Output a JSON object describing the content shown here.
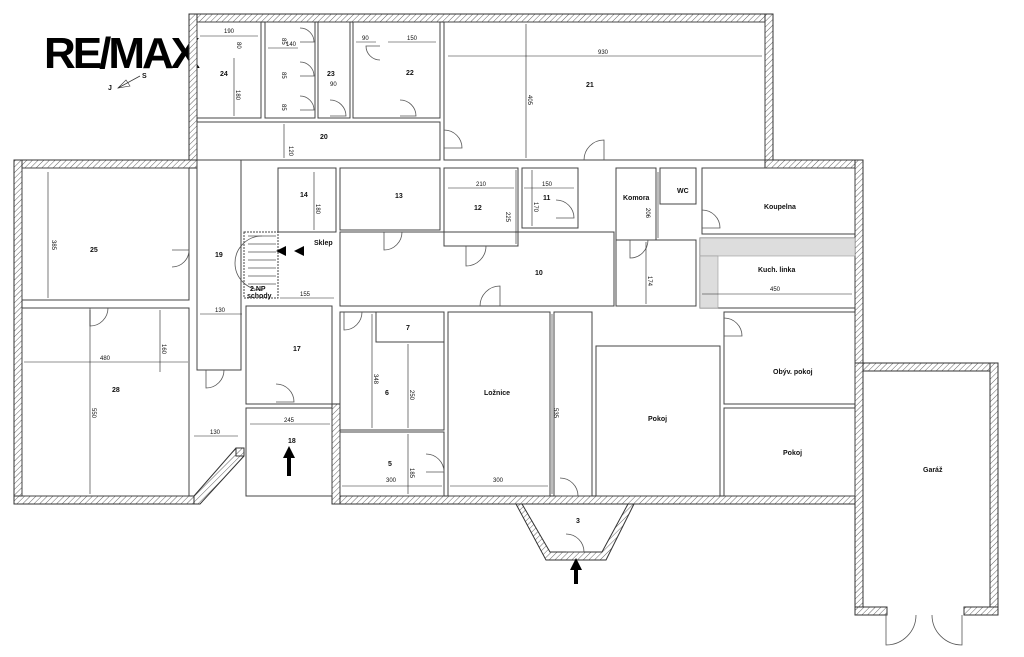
{
  "brand": {
    "logo": "RE/MAX",
    "compass_left": "J",
    "compass_right": "S"
  },
  "rooms": {
    "r3": "3",
    "r5": "5",
    "r6": "6",
    "r7": "7",
    "r10": "10",
    "r11": "11",
    "r12": "12",
    "r13": "13",
    "r14": "14",
    "r17": "17",
    "r18": "18",
    "r19": "19",
    "r20": "20",
    "r21": "21",
    "r22": "22",
    "r23": "23",
    "r24": "24",
    "r25": "25",
    "r28": "28",
    "loznice": "Ložnice",
    "pokoj1": "Pokoj",
    "pokoj2": "Pokoj",
    "obyv": "Obýv. pokoj",
    "kuch": "Kuch. linka",
    "koupelna": "Koupelna",
    "komora": "Komora",
    "wc": "WC",
    "garaz": "Garáž",
    "sklep": "Sklep",
    "schody1": "2.NP",
    "schody2": "schody"
  },
  "dims": {
    "d190": "190",
    "d80": "80",
    "d85a": "85",
    "d85b": "85",
    "d85c": "85",
    "d140": "140",
    "d90a": "90",
    "d90b": "90",
    "d150a": "150",
    "d930": "930",
    "d405": "405",
    "d180a": "180",
    "d120": "120",
    "d210": "210",
    "d225": "225",
    "d150b": "150",
    "d170": "170",
    "d180b": "180",
    "d206": "206",
    "d174": "174",
    "d385": "385",
    "d450": "450",
    "d155": "155",
    "d130a": "130",
    "d480": "480",
    "d160": "160",
    "d348": "348",
    "d250": "250",
    "d535": "535",
    "d550": "550",
    "d245": "245",
    "d130b": "130",
    "d185": "185",
    "d300a": "300",
    "d300b": "300"
  }
}
